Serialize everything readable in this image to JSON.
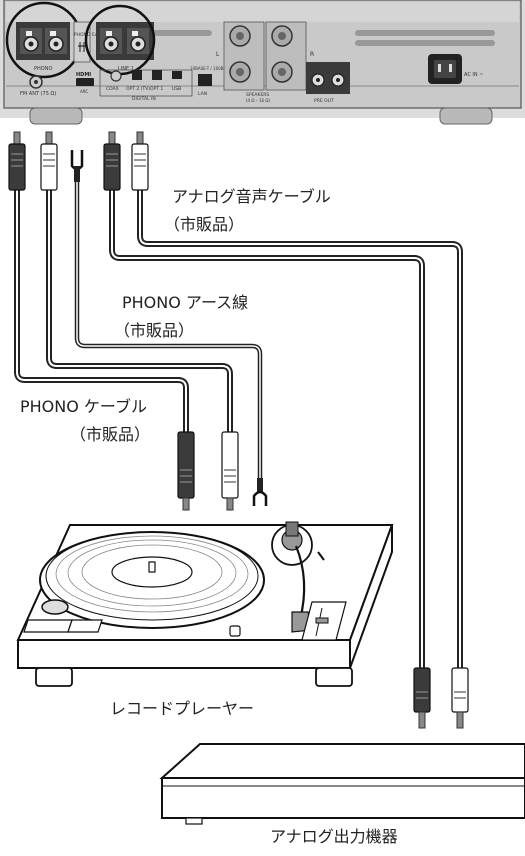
{
  "panel": {
    "phono_label": "PHONO",
    "line1_label": "LINE 1",
    "phono_earth_label": "PHONO EARTH",
    "fm_ant_label": "FM ANT (75 Ω)",
    "hdmi_label": "HDMI",
    "arc_label": "ARC",
    "coax_label": "COAX",
    "opt2_label": "OPT 2 (TV)",
    "opt1_label": "OPT 1",
    "usb_label": "USB",
    "digital_in_label": "DIGITAL IN",
    "lan_label": "LAN",
    "dc_out_label": "10BASE-T / 100BASE-TX",
    "speakers_label": "SPEAKERS",
    "speakers_sub_label": "(4 Ω – 16 Ω)",
    "l_label": "L",
    "r_label": "R",
    "preout_label": "PRE OUT",
    "ac_in_label": "AC IN ~"
  },
  "labels": {
    "analog_cable": "アナログ音声ケーブル",
    "analog_cable_note": "（市販品）",
    "phono_earth_cable": "PHONO アース線",
    "phono_earth_note": "（市販品）",
    "phono_cable": "PHONO ケーブル",
    "phono_cable_note": "（市販品）",
    "record_player": "レコードプレーヤー",
    "analog_output_device": "アナログ出力機器"
  }
}
